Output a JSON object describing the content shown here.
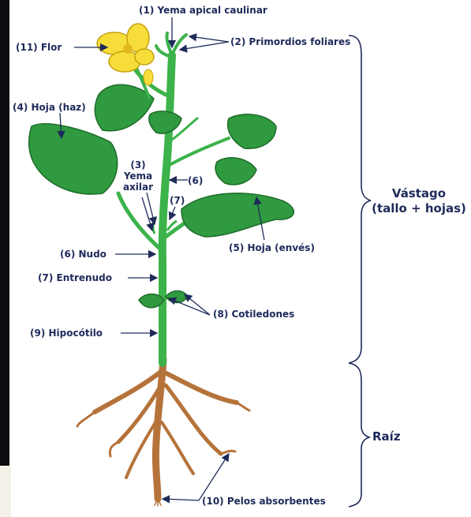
{
  "labels": {
    "apical": "(1) Yema apical caulinar",
    "primordios": "(2) Primordios foliares",
    "flor": "(11) Flor",
    "hoja_haz": "(4) Hoja (haz)",
    "axilar_num": "(3)",
    "axilar_1": "Yema",
    "axilar_2": "axilar",
    "seis_top": "(6)",
    "siete_top": "(7)",
    "hoja_enves": "(5) Hoja (envés)",
    "nudo": "(6) Nudo",
    "entrenudo": "(7) Entrenudo",
    "cotiledones": "(8) Cotiledones",
    "hipocotilo": "(9) Hipocótilo",
    "pelos": "(10) Pelos absorbentes",
    "vastago_1": "Vástago",
    "vastago_2": "(tallo + hojas)",
    "raiz": "Raíz"
  },
  "colors": {
    "stem": "#3cb34a",
    "leaf": "#2f9a3f",
    "leaf_dark": "#1f6b2b",
    "flower": "#f7dd3a",
    "root": "#b5733a",
    "label": "#1e2a5a"
  }
}
